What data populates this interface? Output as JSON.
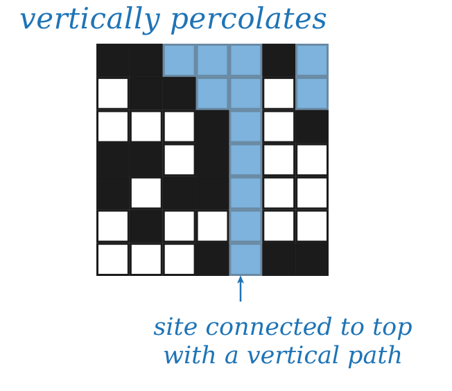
{
  "title": "vertically percolates",
  "caption": {
    "line1": "site connected to top",
    "line2": "with a vertical path"
  },
  "colors": {
    "blocked": "#1b1b1b",
    "open": "#ffffff",
    "full": "#7db3dd",
    "text": "#1f74b6"
  },
  "grid": {
    "legend": {
      "B": "blocked",
      "O": "open",
      "F": "full"
    },
    "rows": [
      [
        "B",
        "B",
        "F",
        "F",
        "F",
        "B",
        "F"
      ],
      [
        "O",
        "B",
        "B",
        "F",
        "F",
        "O",
        "F"
      ],
      [
        "O",
        "O",
        "O",
        "B",
        "F",
        "O",
        "B"
      ],
      [
        "B",
        "B",
        "O",
        "B",
        "F",
        "O",
        "O"
      ],
      [
        "B",
        "O",
        "B",
        "B",
        "F",
        "O",
        "O"
      ],
      [
        "O",
        "B",
        "O",
        "O",
        "F",
        "O",
        "O"
      ],
      [
        "O",
        "O",
        "O",
        "B",
        "F",
        "B",
        "B"
      ]
    ]
  },
  "arrow": {
    "points_to": "site connected to top",
    "column": 5,
    "row": 7
  }
}
